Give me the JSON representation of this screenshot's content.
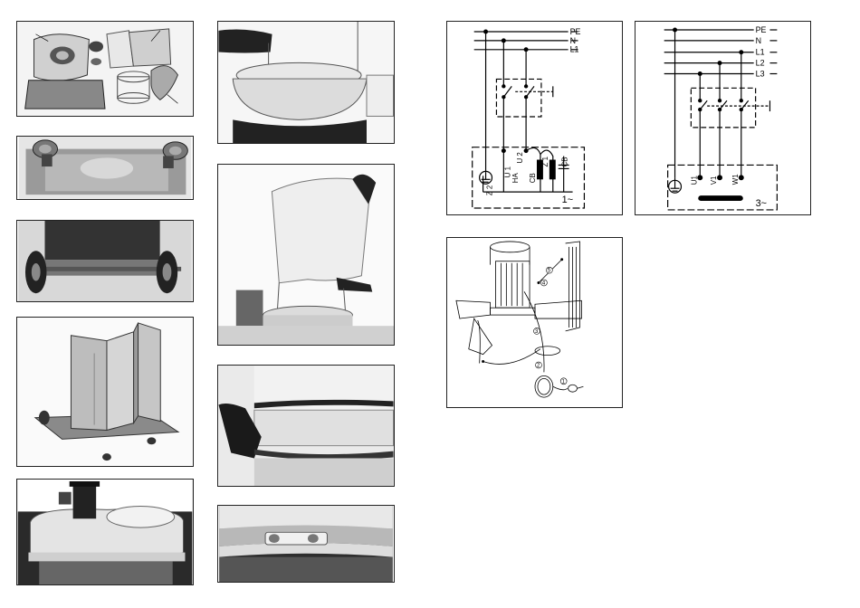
{
  "wiring_single_phase": {
    "rail_labels": [
      "PE",
      "N",
      "L1"
    ],
    "terminals": [
      "Z 2",
      "U 1",
      "HA",
      "CB",
      "U 2",
      "Z 1",
      "CB"
    ],
    "phase_label": "1~"
  },
  "wiring_three_phase": {
    "rail_labels": [
      "PE",
      "N",
      "L1",
      "L2",
      "L3"
    ],
    "terminals": [
      "U1",
      "V1",
      "W1"
    ],
    "phase_label": "3~"
  },
  "motor_wiring_callouts": [
    "5",
    "4",
    "3",
    "2",
    "1"
  ]
}
